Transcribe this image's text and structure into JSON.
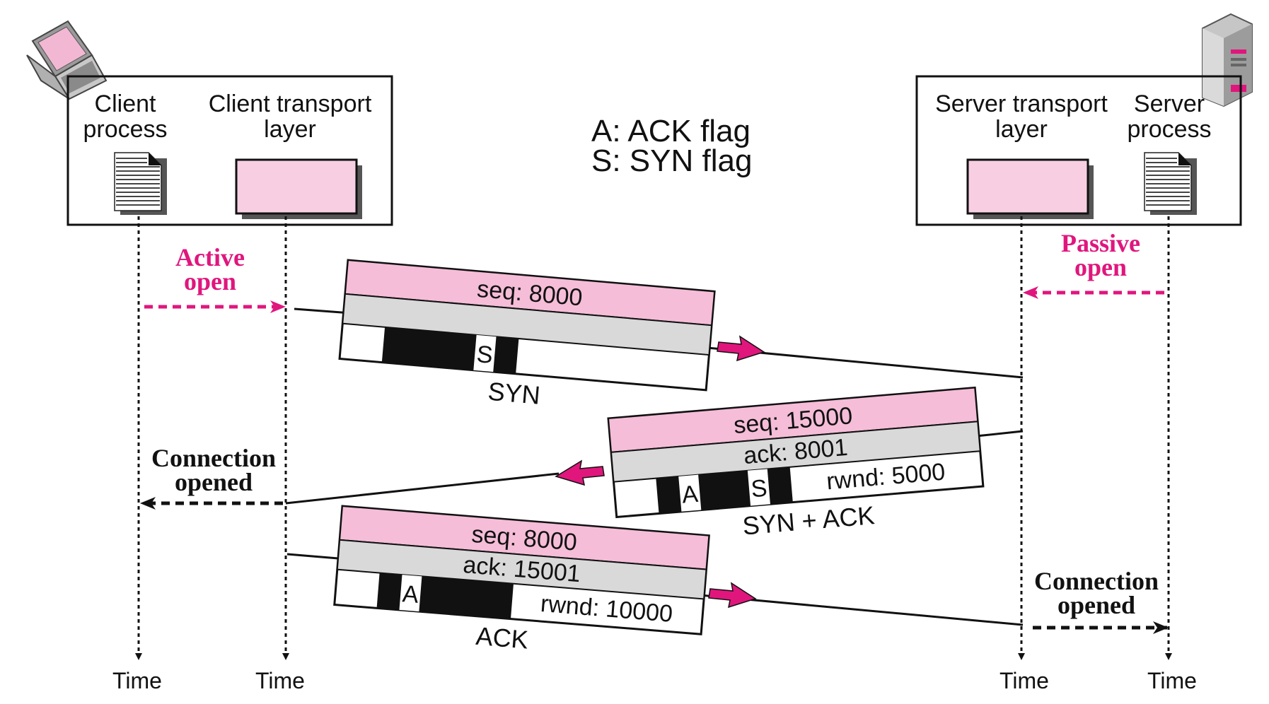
{
  "diagram": {
    "legend": {
      "ack_flag": "A: ACK flag",
      "syn_flag": "S: SYN flag"
    },
    "client": {
      "process_line1": "Client",
      "process_line2": "process",
      "transport_line1": "Client transport",
      "transport_line2": "layer"
    },
    "server": {
      "transport_line1": "Server transport",
      "transport_line2": "layer",
      "process_line1": "Server",
      "process_line2": "process"
    },
    "annotations": {
      "active_open_line1": "Active",
      "active_open_line2": "open",
      "passive_open_line1": "Passive",
      "passive_open_line2": "open",
      "client_opened_line1": "Connection",
      "client_opened_line2": "opened",
      "server_opened_line1": "Connection",
      "server_opened_line2": "opened"
    },
    "time_labels": [
      "Time",
      "Time",
      "Time",
      "Time"
    ],
    "segments": {
      "syn": {
        "name": "SYN",
        "seq": "seq: 8000",
        "flag_s": "S"
      },
      "synack": {
        "name": "SYN + ACK",
        "seq": "seq: 15000",
        "ack": "ack: 8001",
        "rwnd": "rwnd: 5000",
        "flag_a": "A",
        "flag_s": "S"
      },
      "ack": {
        "name": "ACK",
        "seq": "seq: 8000",
        "ack": "ack: 15001",
        "rwnd": "rwnd: 10000",
        "flag_a": "A"
      }
    },
    "colors": {
      "pink_fill": "#f5bdd8",
      "gray_fill": "#d9d9d9",
      "magenta": "#e0167d",
      "black": "#111111"
    }
  }
}
